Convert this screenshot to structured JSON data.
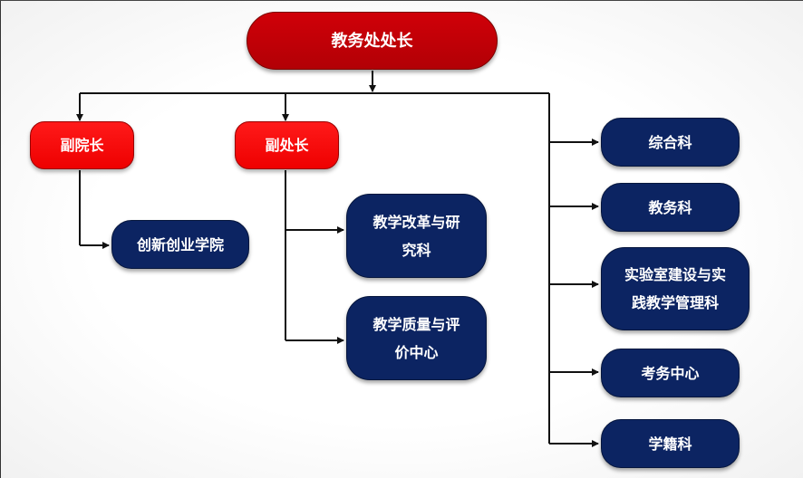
{
  "chart_data": {
    "type": "org-chart",
    "root": {
      "label": "教务处处长",
      "children": [
        {
          "label": "副院长",
          "children": [
            {
              "label": "创新创业学院"
            }
          ]
        },
        {
          "label": "副处长",
          "children": [
            {
              "label": "教学改革与研\n究科"
            },
            {
              "label": "教学质量与评\n价中心"
            }
          ]
        },
        {
          "label": "综合科"
        },
        {
          "label": "教务科"
        },
        {
          "label": "实验室建设与实\n践教学管理科"
        },
        {
          "label": "考务中心"
        },
        {
          "label": "学籍科"
        }
      ]
    }
  },
  "colors": {
    "root_fill": "#c40008",
    "deputy_fill": "#ff0a0a",
    "department_fill": "#0c2462",
    "connector": "#111111",
    "text": "#ffffff"
  }
}
